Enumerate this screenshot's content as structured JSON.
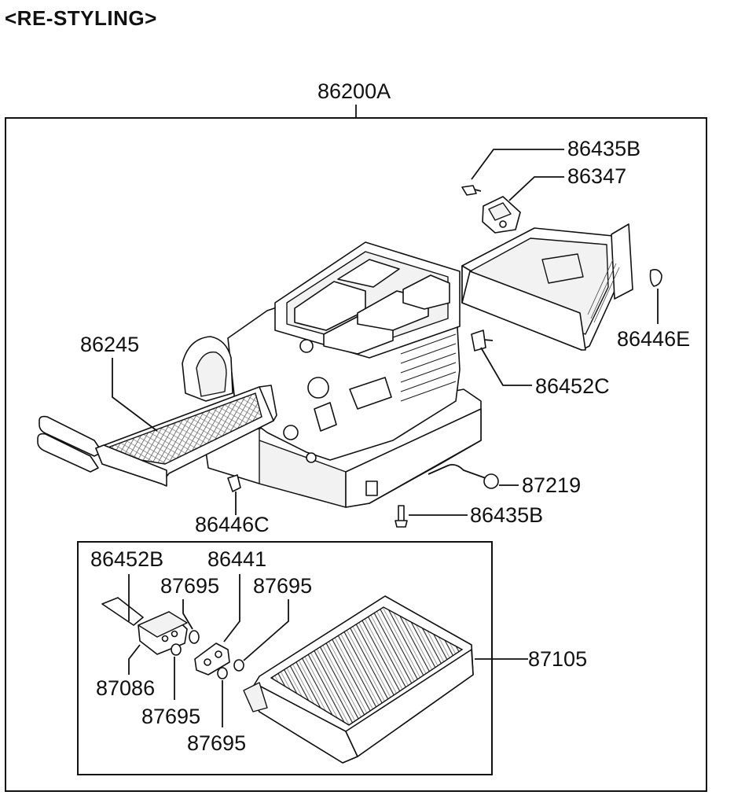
{
  "header": {
    "title": "<RE-STYLING>"
  },
  "labels": {
    "assembly": "86200A",
    "screw_top": "86435B",
    "bracket_top": "86347",
    "clip_right": "86446E",
    "clip_mid_right": "86452C",
    "heater_core": "86245",
    "sensor": "87219",
    "screw_bottom": "86435B",
    "clip_bottom": "86446C",
    "bolt": "86452B",
    "valve_flange": "86441",
    "oring_a": "87695",
    "oring_b": "87695",
    "expansion_valve": "87086",
    "oring_c": "87695",
    "oring_d": "87695",
    "evaporator": "87105"
  }
}
